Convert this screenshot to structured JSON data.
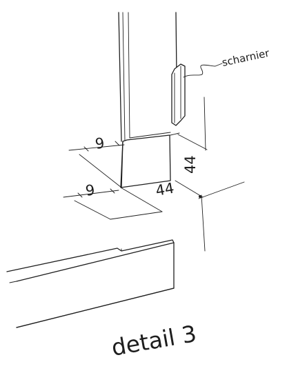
{
  "drawing": {
    "callout_label": "scharnier",
    "dimensions": {
      "upper_offset": "9",
      "lower_offset": "9",
      "width": "44",
      "height": "44"
    },
    "title": "detail 3"
  }
}
